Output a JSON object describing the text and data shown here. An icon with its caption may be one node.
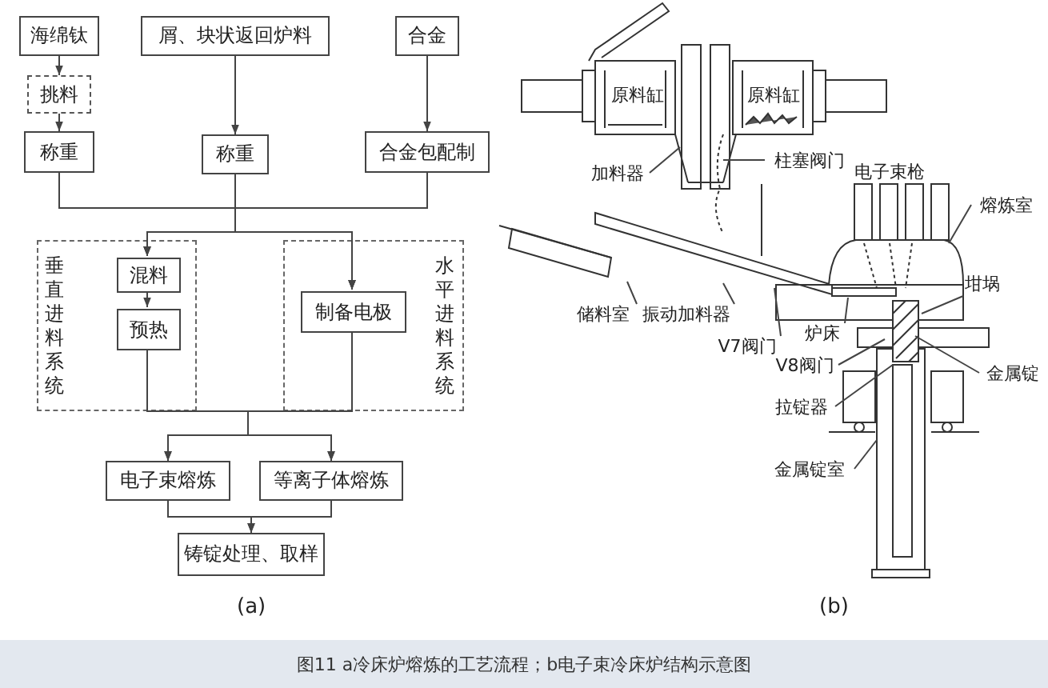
{
  "diagram": {
    "caption": "图11 a冷床炉熔炼的工艺流程；b电子束冷床炉结构示意图",
    "nodes": [
      {
        "text": [
          "海绵钛"
        ]
      },
      {
        "text": [
          "挑料"
        ]
      },
      {
        "text": [
          "称重"
        ]
      },
      {
        "text": [
          "屑、块状返回炉料"
        ]
      },
      {
        "text": [
          "称重"
        ]
      },
      {
        "text": [
          "合金"
        ]
      },
      {
        "text": [
          "合金包配制"
        ]
      },
      {
        "text": [
          "垂直进料系统"
        ]
      },
      {
        "text": [
          "混料"
        ],
        "in": 7
      },
      {
        "text": [
          "预热"
        ],
        "in": 7
      },
      {
        "text": [
          "水平进料系统"
        ]
      },
      {
        "text": [
          "制备电极"
        ],
        "in": 10
      },
      {
        "text": [
          "电子束熔炼"
        ]
      },
      {
        "text": [
          "等离子体熔炼"
        ]
      },
      {
        "text": [
          "铸锭处理、取样"
        ]
      },
      {
        "text": [
          "加料器"
        ]
      },
      {
        "text": [
          "柱塞阀门"
        ]
      },
      {
        "text": [
          "熔炼室"
        ]
      },
      {
        "text": [
          "坩埚"
        ]
      },
      {
        "text": [
          "储料室"
        ]
      },
      {
        "text": [
          "振动加料器"
        ]
      },
      {
        "text": [
          "V7阀门"
        ]
      },
      {
        "text": [
          "炉床"
        ]
      },
      {
        "text": [
          "V8阀门"
        ]
      },
      {
        "text": [
          "金属锭"
        ]
      },
      {
        "text": [
          "拉锭器"
        ]
      },
      {
        "text": [
          "金属锭室"
        ]
      }
    ],
    "edges": [
      {
        "from": 0,
        "to": 1,
        "arrow": "to"
      },
      {
        "from": 1,
        "to": 2,
        "arrow": "to"
      },
      {
        "from": 3,
        "to": 4,
        "arrow": "to"
      },
      {
        "from": 5,
        "to": 6,
        "arrow": "to"
      },
      {
        "from": 2,
        "to": 8,
        "arrow": "to"
      },
      {
        "from": 2,
        "to": 11,
        "arrow": "to"
      },
      {
        "from": 4,
        "to": 8,
        "arrow": "to"
      },
      {
        "from": 4,
        "to": 11,
        "arrow": "to"
      },
      {
        "from": 6,
        "to": 8,
        "arrow": "to"
      },
      {
        "from": 6,
        "to": 11,
        "arrow": "to"
      },
      {
        "from": 8,
        "to": 9,
        "arrow": "to"
      },
      {
        "from": 9,
        "to": 12,
        "arrow": "to"
      },
      {
        "from": 9,
        "to": 13,
        "arrow": "to"
      },
      {
        "from": 11,
        "to": 12,
        "arrow": "to"
      },
      {
        "from": 11,
        "to": 13,
        "arrow": "to"
      },
      {
        "from": 12,
        "to": 14,
        "arrow": "to"
      },
      {
        "from": 13,
        "to": 14,
        "arrow": "to"
      },
      {
        "from": 15,
        "to": null,
        "arrow": "none"
      },
      {
        "from": 16,
        "to": null,
        "arrow": "none"
      },
      {
        "from": 17,
        "to": null,
        "arrow": "none"
      },
      {
        "from": 18,
        "to": null,
        "arrow": "none"
      },
      {
        "from": 19,
        "to": null,
        "arrow": "none"
      },
      {
        "from": 20,
        "to": null,
        "arrow": "none"
      },
      {
        "from": 21,
        "to": null,
        "arrow": "none"
      },
      {
        "from": 22,
        "to": null,
        "arrow": "none"
      },
      {
        "from": 23,
        "to": null,
        "arrow": "none"
      },
      {
        "from": 24,
        "to": null,
        "arrow": "none"
      },
      {
        "from": 25,
        "to": null,
        "arrow": "none"
      },
      {
        "from": 26,
        "to": null,
        "arrow": "none"
      }
    ],
    "labels": [
      "原料缸",
      "原料缸",
      "电子束枪",
      "(a)",
      "(b)"
    ]
  }
}
